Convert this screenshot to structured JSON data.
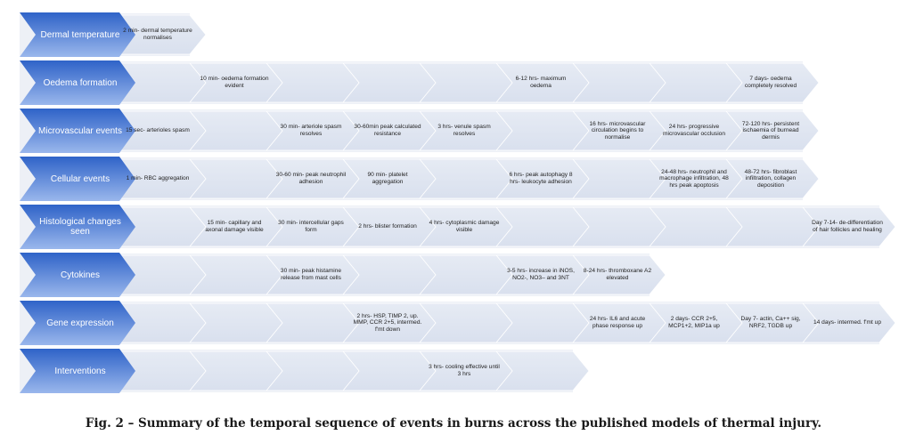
{
  "colors": {
    "header_top": "#2f63c8",
    "header_bottom": "#9ab7ec",
    "chevron_fill": "#d9e0ee",
    "row_band": "#dfe4ee",
    "caption": "#1a1a1a"
  },
  "rows": [
    {
      "header": "Dermal temperature",
      "cells": [
        "2 min- dermal temperature normalises"
      ]
    },
    {
      "header": "Oedema formation",
      "cells": [
        "",
        "10 min- oedema formation evident",
        "",
        "",
        "",
        "6-12 hrs- maximum oedema",
        "",
        "",
        "7 days- oedema completely resolved"
      ]
    },
    {
      "header": "Microvascular events",
      "cells": [
        "15 sec- arterioles spasm",
        "",
        "30 min- arteriole spasm resolves",
        "30-60min peak calculated resistance",
        "3 hrs- venule spasm resolves",
        "",
        "16 hrs- microvascular circulation begins to normalise",
        "24 hrs- progressive microvascular occlusion",
        "72-120 hrs- persistent ischaemia of burnead dermis"
      ]
    },
    {
      "header": "Cellular events",
      "cells": [
        "1 min- RBC aggregation",
        "",
        "30-60 min- peak neutrophil adhesion",
        "90 min- platelet aggregation",
        "",
        "6 hrs- peak autophagy 8 hrs- leukocyte adhesion",
        "",
        "24-48 hrs- neutrophil and macrophage infiltration, 48 hrs peak apoptosis",
        "48-72 hrs- fibroblast infiltration, collagen deposition"
      ]
    },
    {
      "header": "Histological changes seen",
      "cells": [
        "",
        "15 min- capillary and axonal damage visible",
        "30 min- intercellular gaps form",
        "2 hrs- blister formation",
        "4 hrs- cytoplasmic damage visible",
        "",
        "",
        "",
        "",
        "Day 7-14- de-differentiation of hair follicles and healing"
      ]
    },
    {
      "header": "Cytokines",
      "cells": [
        "",
        "",
        "30 min- peak histamine release from mast cells",
        "",
        "",
        "3-5 hrs- increase in iNOS, NO2-, NO3– and 3NT",
        "8-24 hrs- thromboxane A2 elevated"
      ]
    },
    {
      "header": "Gene expression",
      "cells": [
        "",
        "",
        "",
        "2 hrs- HSP, TIMP 2, up. MMP, CCR 2+5, intermed. f'mt down",
        "",
        "",
        "24 hrs- IL6 and acute phase response up",
        "2 days- CCR 2+5, MCP1+2, MIP1a up",
        "Day 7- actin, Ca++ sig, NRF2, TGDB up",
        "14 days- intermed. f'mt up"
      ]
    },
    {
      "header": "Interventions",
      "cells": [
        "",
        "",
        "",
        "",
        "3 hrs- cooling effective until 3 hrs",
        ""
      ]
    }
  ],
  "caption": "Fig. 2 – Summary of the temporal sequence of events in burns across the published models of thermal injury."
}
